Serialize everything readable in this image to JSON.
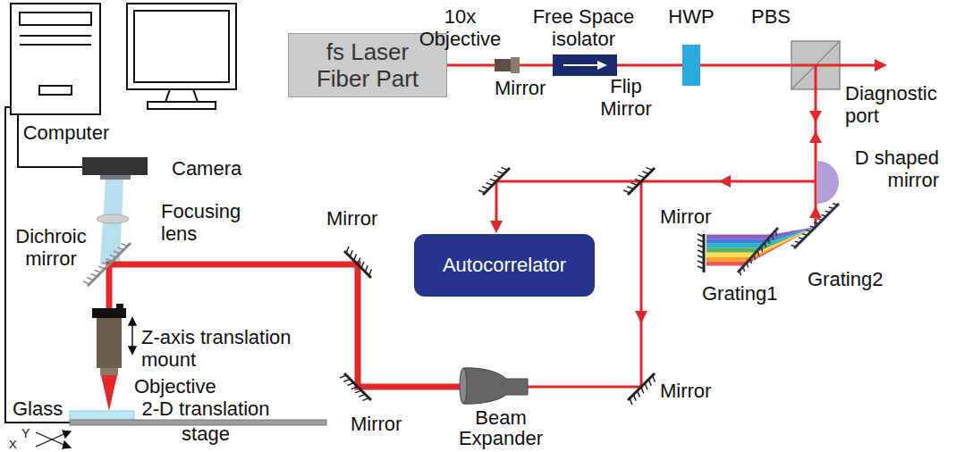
{
  "diagram": {
    "nodes": [
      {
        "text": [
          "fs Laser Fiber Part"
        ]
      },
      {
        "text": [
          "Autocorrelator"
        ]
      }
    ],
    "labels": [
      "10x Objective",
      "Free Space isolator",
      "HWP",
      "PBS",
      "Computer",
      "Diagnostic port",
      "Mirror",
      "Flip Mirror",
      "D shaped mirror",
      "Camera",
      "Focusing lens",
      "Mirror",
      "Mirror",
      "Dichroic mirror",
      "Grating2",
      "Grating1",
      "Z-axis translation mount",
      "Objective",
      "Mirror",
      "Glass",
      "2-D translation stage",
      "Mirror",
      "Beam Expander",
      "Y",
      "X"
    ]
  }
}
